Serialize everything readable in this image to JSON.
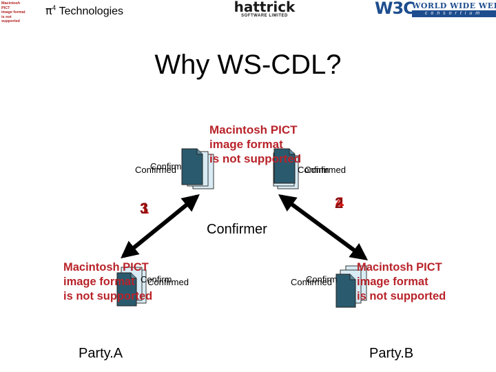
{
  "header": {
    "placeholder_lines": [
      "Macintosh PICT",
      "image format",
      "is not supported"
    ],
    "company_symbol": "π",
    "company_exp": "4",
    "company_name": "Technologies",
    "hattrick_word": "hattrick",
    "hattrick_sub": "SOFTWARE LIMITED",
    "w3c_mark": "W3C",
    "w3c_line1": "WORLD WIDE WEB",
    "w3c_line2": "consortium"
  },
  "title": "Why WS-CDL?",
  "placeholder": {
    "line1": "Macintosh PICT",
    "line2": "image format",
    "line3": "is not supported"
  },
  "labels": {
    "confirmed": "Confirmed",
    "confirm": "Confirm",
    "confirmer": "Confirmer",
    "party_a": "Party.A",
    "party_b": "Party.B",
    "num_left_back": "1",
    "num_left_front": "3",
    "num_right_back": "4",
    "num_right_front": "2"
  },
  "colors": {
    "accent_red": "#b8232a",
    "number_red": "#d01010",
    "arrow": "#000000",
    "doc_back": "#d9ecf5",
    "doc_front": "#2a5a6e"
  }
}
